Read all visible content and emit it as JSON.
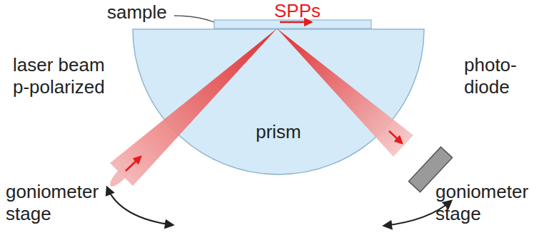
{
  "diagram": {
    "nodes": [
      {
        "text": [
          "prism"
        ]
      }
    ],
    "labels": [
      "sample",
      "SPPs",
      "laser beam p-polarized",
      "photo- diode",
      "goniometer stage",
      "goniometer stage"
    ]
  }
}
